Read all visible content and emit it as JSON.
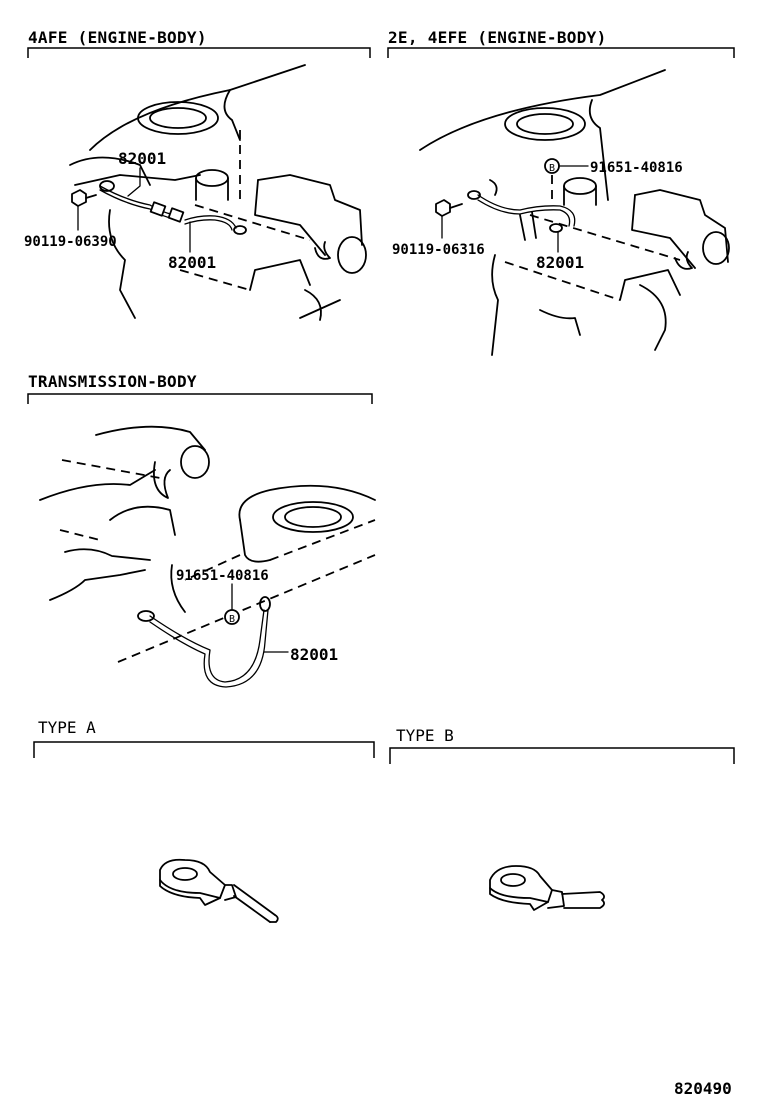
{
  "sections": {
    "engine_4afe": {
      "title": "4AFE (ENGINE-BODY)"
    },
    "engine_2e_4efe": {
      "title": "2E, 4EFE (ENGINE-BODY)"
    },
    "transmission": {
      "title": "TRANSMISSION-BODY"
    },
    "type_a": {
      "title": "TYPE  A"
    },
    "type_b": {
      "title": "TYPE  B"
    }
  },
  "callouts": {
    "engine_4afe": {
      "cable_top": "82001",
      "bolt": "90119-06390",
      "cable_bottom": "82001"
    },
    "engine_2e_4efe": {
      "nut": "91651-40816",
      "bolt": "90119-06316",
      "cable": "82001"
    },
    "transmission": {
      "nut": "91651-40816",
      "cable": "82001"
    }
  },
  "figure_number": "820490",
  "nut_symbol": "B"
}
